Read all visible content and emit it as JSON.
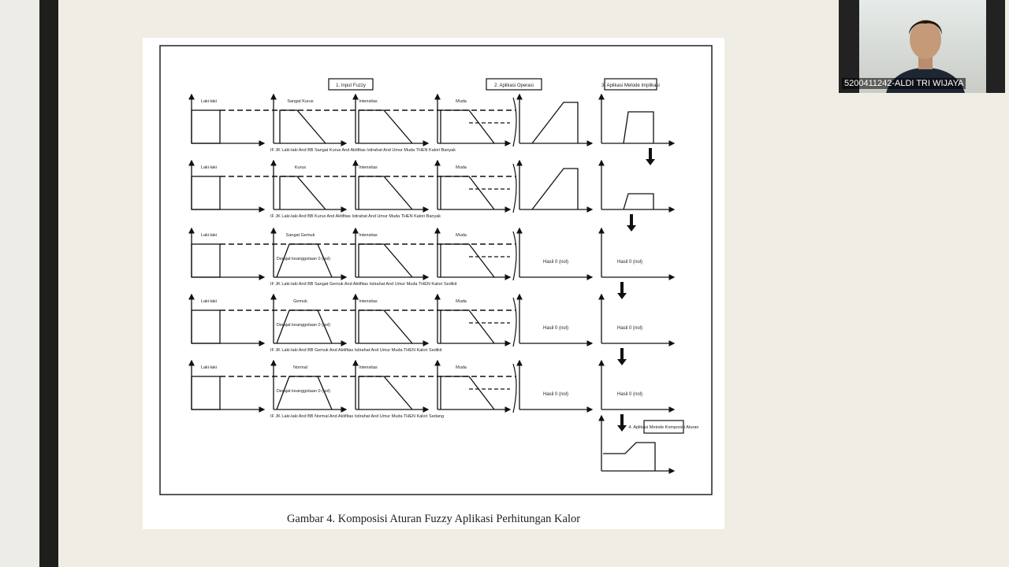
{
  "slide": {
    "caption": "Gambar 4. Komposisi Aturan Fuzzy Aplikasi Perhitungan Kalor",
    "stage_labels": [
      "1. Input Fuzzy",
      "2. Aplikasi Operasi",
      "3. Aplikasi Metode Implikasi",
      "4. Aplikasi Metode Komposisi Aturan"
    ],
    "rules": [
      {
        "col1_label": "Laki-laki",
        "col2_label": "Sangat Kurus",
        "col3_label": "Intensitas",
        "col4_label": "Muda",
        "rule_text": "IF JK Laki-laki And BB Sangat Kurus And Aktifitas Istirahat And Umur Muda THEN Kalori Banyak",
        "result_label": ""
      },
      {
        "col1_label": "Laki-laki",
        "col2_label": "Kurus",
        "col3_label": "Intensitas",
        "col4_label": "Muda",
        "rule_text": "IF JK Laki-laki And BB Kurus And Aktifitas Istirahat And Umur Muda THEN Kalori Banyak",
        "result_label": ""
      },
      {
        "col1_label": "Laki-laki",
        "col2_label": "Sangat Gemuk",
        "col3_label": "Intensitas",
        "col4_label": "Muda",
        "rule_text": "IF JK Laki-laki And BB Sangat Gemuk And Aktifitas Istirahat And Umur Muda THEN Kalori Sedikit",
        "result_label": "Hasil 0 (nol)"
      },
      {
        "col1_label": "Laki-laki",
        "col2_label": "Gemuk",
        "col3_label": "Intensitas",
        "col4_label": "Muda",
        "rule_text": "IF JK Laki-laki And BB Gemuk And Aktifitas Istirahat And Umur Muda THEN Kalori Sedikit",
        "result_label": "Hasil 0 (nol)"
      },
      {
        "col1_label": "Laki-laki",
        "col2_label": "Normal",
        "col3_label": "Intensitas",
        "col4_label": "Muda",
        "rule_text": "IF JK Laki-laki And BB Normal And Aktifitas Istirahat And Umur Muda THEN Kalori Sedang",
        "result_label": "Hasil 0 (nol)"
      }
    ],
    "inner_note": "Derajat keanggotaan 0 (nol)"
  },
  "video": {
    "participant_name": "5200411242-ALDI TRI WIJAYA"
  }
}
